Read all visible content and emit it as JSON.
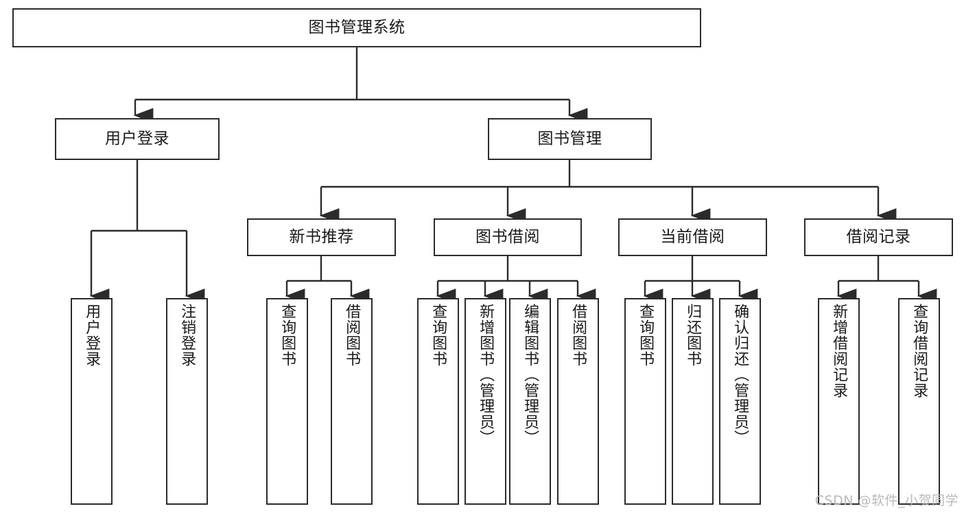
{
  "diagram": {
    "title": "图书管理系统",
    "watermark": "CSDN @软件_小贺同学",
    "stroke_color": "#2b2b2b",
    "fill_color": "#ffffff",
    "text_color": "#1a1a1a",
    "watermark_color": "#b9b9b9",
    "type": "tree-hierarchy-diagram"
  },
  "nodes": {
    "root": {
      "label": "图书管理系统"
    },
    "level2": [
      {
        "label": "用户登录"
      },
      {
        "label": "图书管理"
      }
    ],
    "level3": [
      {
        "label": "新书推荐"
      },
      {
        "label": "图书借阅"
      },
      {
        "label": "当前借阅"
      },
      {
        "label": "借阅记录"
      }
    ],
    "leaves": {
      "user_login": [
        {
          "label": "用户登录"
        },
        {
          "label": "注销登录"
        }
      ],
      "new_book_recommend": [
        {
          "label": "查询图书"
        },
        {
          "label": "借阅图书"
        }
      ],
      "book_borrow": [
        {
          "label": "查询图书"
        },
        {
          "label": "新增图书（管理员）"
        },
        {
          "label": "编辑图书（管理员）"
        },
        {
          "label": "借阅图书"
        }
      ],
      "current_borrow": [
        {
          "label": "查询图书"
        },
        {
          "label": "归还图书"
        },
        {
          "label": "确认归还（管理员）"
        }
      ],
      "borrow_record": [
        {
          "label": "新增借阅记录"
        },
        {
          "label": "查询借阅记录"
        }
      ]
    }
  }
}
